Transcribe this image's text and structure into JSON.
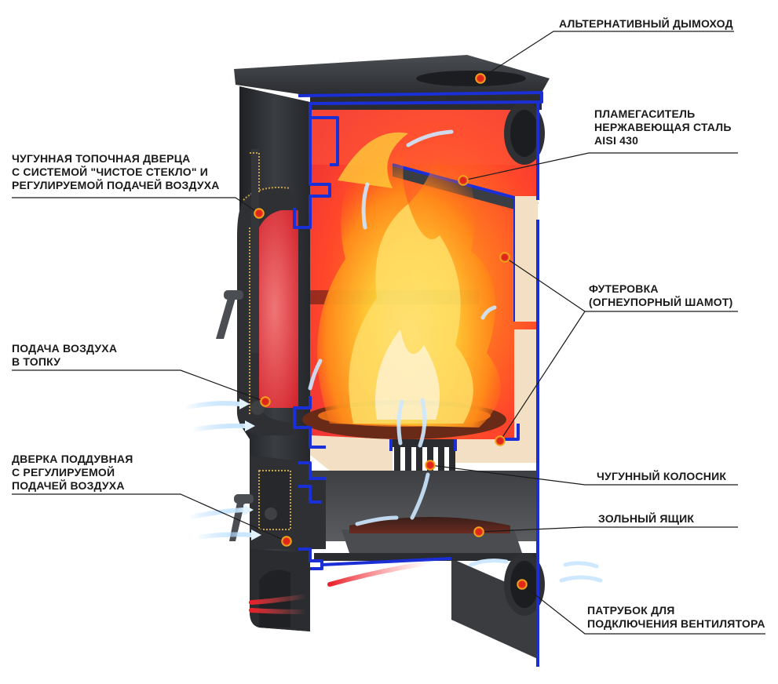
{
  "colors": {
    "outline_blue": "#1a2fd6",
    "marker_red": "#e0251b",
    "marker_ring": "#f3a51b",
    "stove_body": "#2b2d31",
    "fire_orange": "#ff8a1e",
    "chamotte": "#f3e0c4"
  },
  "labels": {
    "alt_chimney": [
      "АЛЬТЕРНАТИВНЫЙ ДЫМОХОД"
    ],
    "flame_damper": [
      "ПЛАМЕГАСИТЕЛЬ",
      "НЕРЖАВЕЮЩАЯ СТАЛЬ",
      "AISI 430"
    ],
    "fire_door": [
      "ЧУГУННАЯ ТОПОЧНАЯ ДВЕРЦА",
      "С СИСТЕМОЙ \"ЧИСТОЕ СТЕКЛО\" И",
      "РЕГУЛИРУЕМОЙ ПОДАЧЕЙ ВОЗДУХА"
    ],
    "lining": [
      "ФУТЕРОВКА",
      "(ОГНЕУПОРНЫЙ ШАМОТ)"
    ],
    "air_supply": [
      "ПОДАЧА ВОЗДУХА",
      "В ТОПКУ"
    ],
    "ash_door": [
      "ДВЕРКА ПОДДУВНАЯ",
      "С РЕГУЛИРУЕМОЙ",
      "ПОДАЧЕЙ ВОЗДУХА"
    ],
    "grate": [
      "ЧУГУННЫЙ КОЛОСНИК"
    ],
    "ash_box": [
      "ЗОЛЬНЫЙ ЯЩИК"
    ],
    "fan_pipe": [
      "ПАТРУБОК ДЛЯ",
      "ПОДКЛЮЧЕНИЯ ВЕНТИЛЯТОРА"
    ]
  },
  "icons": {
    "marker": "red-dot-marker-icon",
    "air_arrow": "air-flow-arrow-icon",
    "hot_arrow": "hot-air-arrow-icon"
  }
}
